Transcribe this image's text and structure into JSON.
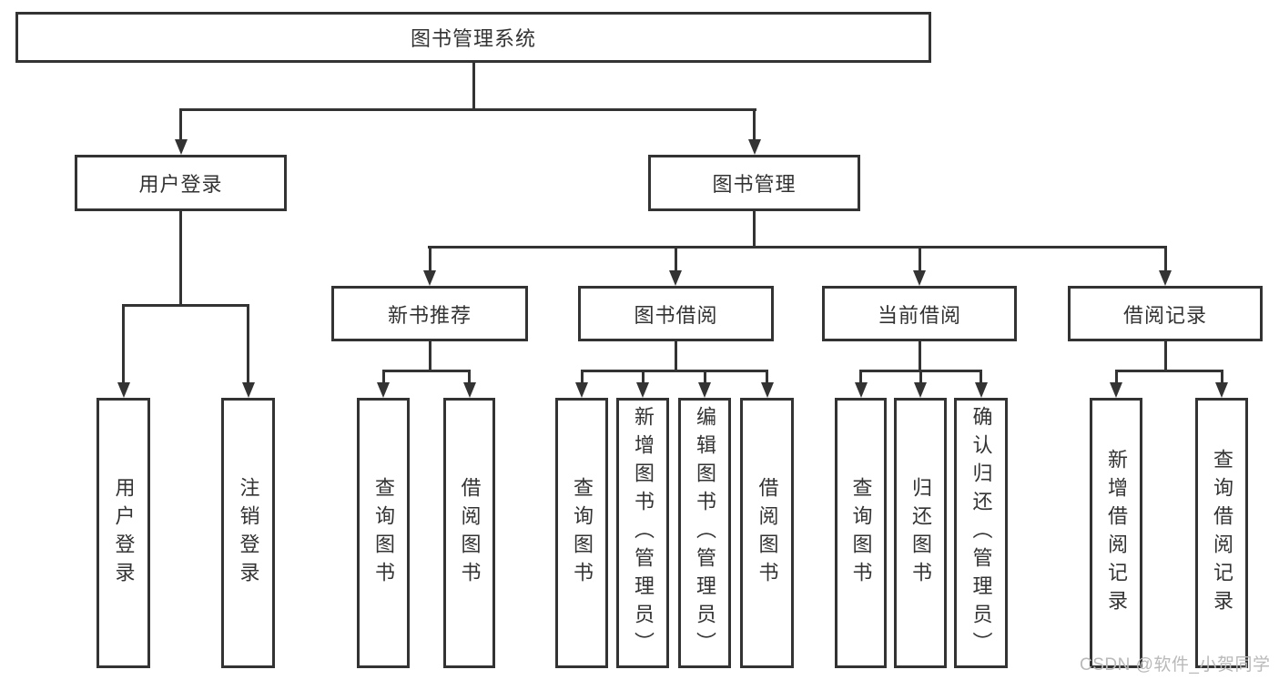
{
  "title": "图书管理系统",
  "watermark": "CSDN @软件_小贺同学",
  "colors": {
    "line": "#333333",
    "text": "#333333",
    "watermark": "#b9b9b9",
    "background": "#ffffff"
  },
  "tree": {
    "root": "图书管理系统",
    "branches": [
      {
        "label": "用户登录",
        "children": [
          {
            "label": "用户登录"
          },
          {
            "label": "注销登录"
          }
        ]
      },
      {
        "label": "图书管理",
        "children": [
          {
            "label": "新书推荐",
            "children": [
              {
                "label": "查询图书"
              },
              {
                "label": "借阅图书"
              }
            ]
          },
          {
            "label": "图书借阅",
            "children": [
              {
                "label": "查询图书"
              },
              {
                "label": "新增图书（管理员）"
              },
              {
                "label": "编辑图书（管理员）"
              },
              {
                "label": "借阅图书"
              }
            ]
          },
          {
            "label": "当前借阅",
            "children": [
              {
                "label": "查询图书"
              },
              {
                "label": "归还图书"
              },
              {
                "label": "确认归还（管理员）"
              }
            ]
          },
          {
            "label": "借阅记录",
            "children": [
              {
                "label": "新增借阅记录"
              },
              {
                "label": "查询借阅记录"
              }
            ]
          }
        ]
      }
    ]
  }
}
